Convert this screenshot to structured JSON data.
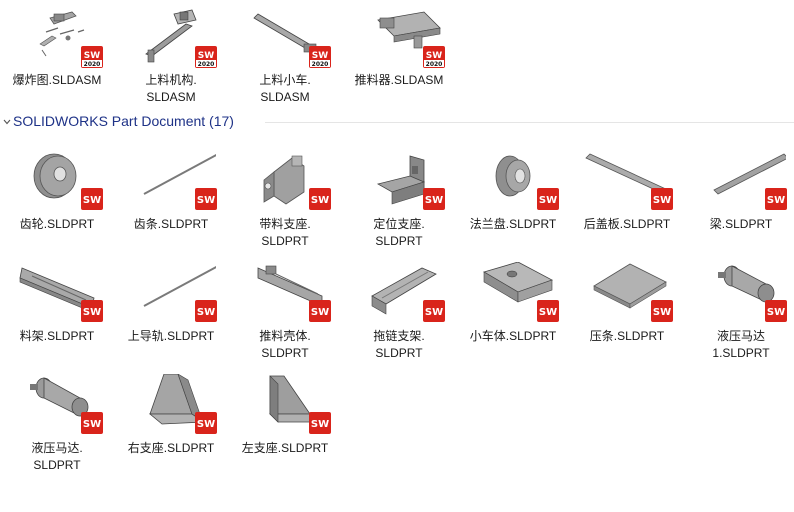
{
  "assemblies": [
    {
      "name": "爆炸图.SLDASM",
      "badge_text": "SW",
      "badge_year": "2020"
    },
    {
      "name": "上料机构.\nSLDASM",
      "badge_text": "SW",
      "badge_year": "2020"
    },
    {
      "name": "上料小车.\nSLDASM",
      "badge_text": "SW",
      "badge_year": "2020"
    },
    {
      "name": "推料器.SLDASM",
      "badge_text": "SW",
      "badge_year": "2020"
    }
  ],
  "group": {
    "title": "SOLIDWORKS Part Document (17)"
  },
  "parts": [
    {
      "name": "齿轮.SLDPRT",
      "badge_text": "SW"
    },
    {
      "name": "齿条.SLDPRT",
      "badge_text": "SW"
    },
    {
      "name": "带料支座.\nSLDPRT",
      "badge_text": "SW"
    },
    {
      "name": "定位支座.\nSLDPRT",
      "badge_text": "SW"
    },
    {
      "name": "法兰盘.SLDPRT",
      "badge_text": "SW"
    },
    {
      "name": "后盖板.SLDPRT",
      "badge_text": "SW"
    },
    {
      "name": "梁.SLDPRT",
      "badge_text": "SW"
    },
    {
      "name": "料架.SLDPRT",
      "badge_text": "SW"
    },
    {
      "name": "上导轨.SLDPRT",
      "badge_text": "SW"
    },
    {
      "name": "推料壳体.\nSLDPRT",
      "badge_text": "SW"
    },
    {
      "name": "拖链支架.\nSLDPRT",
      "badge_text": "SW"
    },
    {
      "name": "小车体.SLDPRT",
      "badge_text": "SW"
    },
    {
      "name": "压条.SLDPRT",
      "badge_text": "SW"
    },
    {
      "name": "液压马达\n1.SLDPRT",
      "badge_text": "SW"
    },
    {
      "name": "液压马达.\nSLDPRT",
      "badge_text": "SW"
    },
    {
      "name": "右支座.SLDPRT",
      "badge_text": "SW"
    },
    {
      "name": "左支座.SLDPRT",
      "badge_text": "SW"
    }
  ],
  "colors": {
    "badge_red": "#d9241b",
    "accent_blue": "#1e3287",
    "part_gray": "#9a9a9a"
  }
}
